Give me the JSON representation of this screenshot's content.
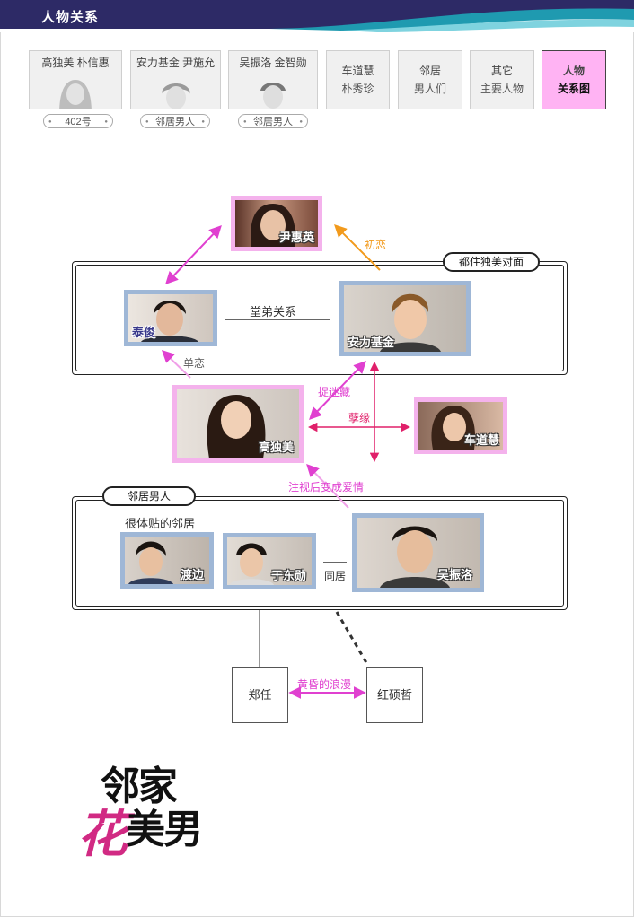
{
  "header": {
    "title": "人物关系"
  },
  "tabs": [
    {
      "name": "高独美 朴信惠",
      "tag": "402号"
    },
    {
      "name": "安力基金 尹施允",
      "tag": "邻居男人"
    },
    {
      "name": "吴振洛 金智勋",
      "tag": "邻居男人"
    },
    {
      "line1": "车道慧",
      "line2": "朴秀珍"
    },
    {
      "line1": "邻居",
      "line2": "男人们"
    },
    {
      "line1": "其它",
      "line2": "主要人物"
    },
    {
      "line1": "人物",
      "line2": "关系图"
    }
  ],
  "diagram": {
    "people": {
      "yunhyeying": "尹惠英",
      "taijun": "泰俊",
      "anli": "安力基金",
      "gaodumei": "高独美",
      "chedaohui": "车道慧",
      "dubian": "渡边",
      "yudongxun": "于东勋",
      "wuzhenluo": "吴振洛",
      "zhengren": "郑任",
      "hongshuozhe": "红硕哲"
    },
    "groups": {
      "top_badge": "都住独美对面",
      "bottom_badge": "邻居男人",
      "bottom_caption": "很体贴的邻居"
    },
    "relations": {
      "first_love": "初恋",
      "cousins": "堂弟关系",
      "unrequited": "单恋",
      "elusive": "捉迷藏",
      "fate": "孽缘",
      "gaze_love": "注视后变成爱情",
      "living_together": "同居",
      "dusk_romance": "黄昏的浪漫"
    }
  },
  "logo": {
    "line1": "邻家",
    "line2_a": "花",
    "line2_b": "美男"
  }
}
